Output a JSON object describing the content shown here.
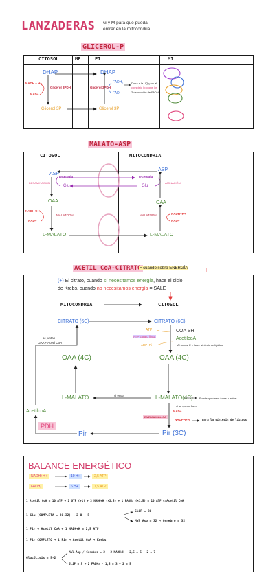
{
  "header": {
    "title": "LANZADERAS",
    "subtitle_line1": "G y M para que pueda",
    "subtitle_line2": "entrar en la mitocondria"
  },
  "glicerol": {
    "heading": "GLICEROL-P",
    "col_citosol": "CITOSOL",
    "col_me": "ME",
    "col_ei": "EI",
    "col_mi": "MI",
    "dhap_left": "DHAP",
    "dhap_right": "DHAP",
    "nadh": "NADH + H+",
    "nad": "NAD+",
    "enzyme_left": "Glicerol 3PDH",
    "enzyme_right": "Glicerol 3PDH",
    "fadh2": "FADH₂",
    "fad": "FAD",
    "glicerol_left": "Glicerol 3P",
    "glicerol_right": "Glicerol 3P",
    "note_1": "Dona a la UQ y no al",
    "note_2": "complejo I porque los",
    "note_3": "2 de oxcción de FADH₂"
  },
  "malato": {
    "heading": "MALATO-ASP",
    "col_citosol": "CITOSOL",
    "col_mito": "MITOCONDRIA",
    "asp_left": "ASP",
    "asp_right": "ASP",
    "acetoglu_left": "α-cetoglu",
    "acetoglu_right": "α-cetoglu",
    "glu_left": "Glu",
    "glu_right": "Glu",
    "desaminacion": "DESAMINACIÓN",
    "aminacion": "AMINACIÓN",
    "oaa_left": "OAA",
    "oaa_right": "OAA",
    "nadh_left": "NADH+H+",
    "nad_left": "NAD+",
    "malatodh_left": "MALATODH",
    "malatodh_right": "MALATODH",
    "nadh_right": "NADH+H+",
    "nad_right": "NAD+",
    "lmalato_left": "L-MALATO",
    "lmalato_right": "L-MALATO"
  },
  "acetil": {
    "heading": "ACETIL CoA-CITRATO",
    "heading_suffix": "= cuando sobra ENERGÍA",
    "intro_1a": "El citrato, cuando",
    "intro_1b": "sí necesitamos energía",
    "intro_1c": ", hace el ciclo",
    "intro_2a": "de Krebs, cuando",
    "intro_2b": "no necesitamos energía",
    "intro_2c": "= SALE",
    "col_mito": "MITOCONDRIA",
    "col_citosol": "CITOSOL",
    "citrato_left": "CITRATO (6C)",
    "citrato_right": "CITRATO (6C)",
    "se_juntan": "se juntan",
    "oaa_acetil": "OAA + Acetil CoA",
    "atp": "ATP",
    "coa_sh": "COA SH",
    "citrato_liasa": "ATP citrato liasa",
    "acetilcoa_right": "AcetilcoA",
    "adp_pi": "ADP+Pi",
    "sobrar_note": "Al sobrar E = hace síntesis de lípidos",
    "oaa4c_left": "OAA (4C)",
    "oaa4c_right": "OAA (4C)",
    "lmalato_left": "L-MALATO",
    "lmalato_right": "L-MALATO(4C)",
    "si_entra": "si entra",
    "puede_quedarse": "Puede quedarse fuera o entrar",
    "se_queda_fuera": "si se queda fuera",
    "nad": "NAD+",
    "enzima_malica": "ENZIMA MÁLICA",
    "nadph": "NADPH+H",
    "sintesis": "para la síntesis de lípidos",
    "acetilcoa_left": "AcetilcoA",
    "pdh": "PDH",
    "pir_left": "Pir",
    "pir_right": "Pir (3C)"
  },
  "balance": {
    "heading": "BALANCE ENERGÉTICO",
    "row1_a": "NADH+H+",
    "row1_b": "10 H+",
    "row1_c": "2,5 ATP",
    "row2_a": "FADH₂",
    "row2_b": "6 H+",
    "row2_c": "1,5 ATP",
    "line1": "1 Acetil CoA = 10 ATP → 1 GTP (+1) + 3 NADH+H (×2,5) + 1 FADH₂ (×1,5) = 10 ATP c/Acetil CoA",
    "line2": "1 Glu (COMPLETA = 30-32) → 2 O + 5",
    "line2_b": "GliP = 30",
    "line2_c": "Mal Asp = 32 → Cerebro = 32",
    "line3": "1 Pir → Acetil CoA + 1 NADH+H = 2,5 ATP",
    "line4": "1 Pir COMPLETO → 1 Pir → Acetil CoA → Krebs",
    "line5_label": "Glucólisis = 5-2",
    "line5_a": "Mal-Asp / Cerebro = 2 · 2 NADH+H · 2,5 = 5 + 2 = 7",
    "line5_b": "GliP = 5 → 2 FADH₂ · 1,5 = 3 + 2 = 5"
  }
}
